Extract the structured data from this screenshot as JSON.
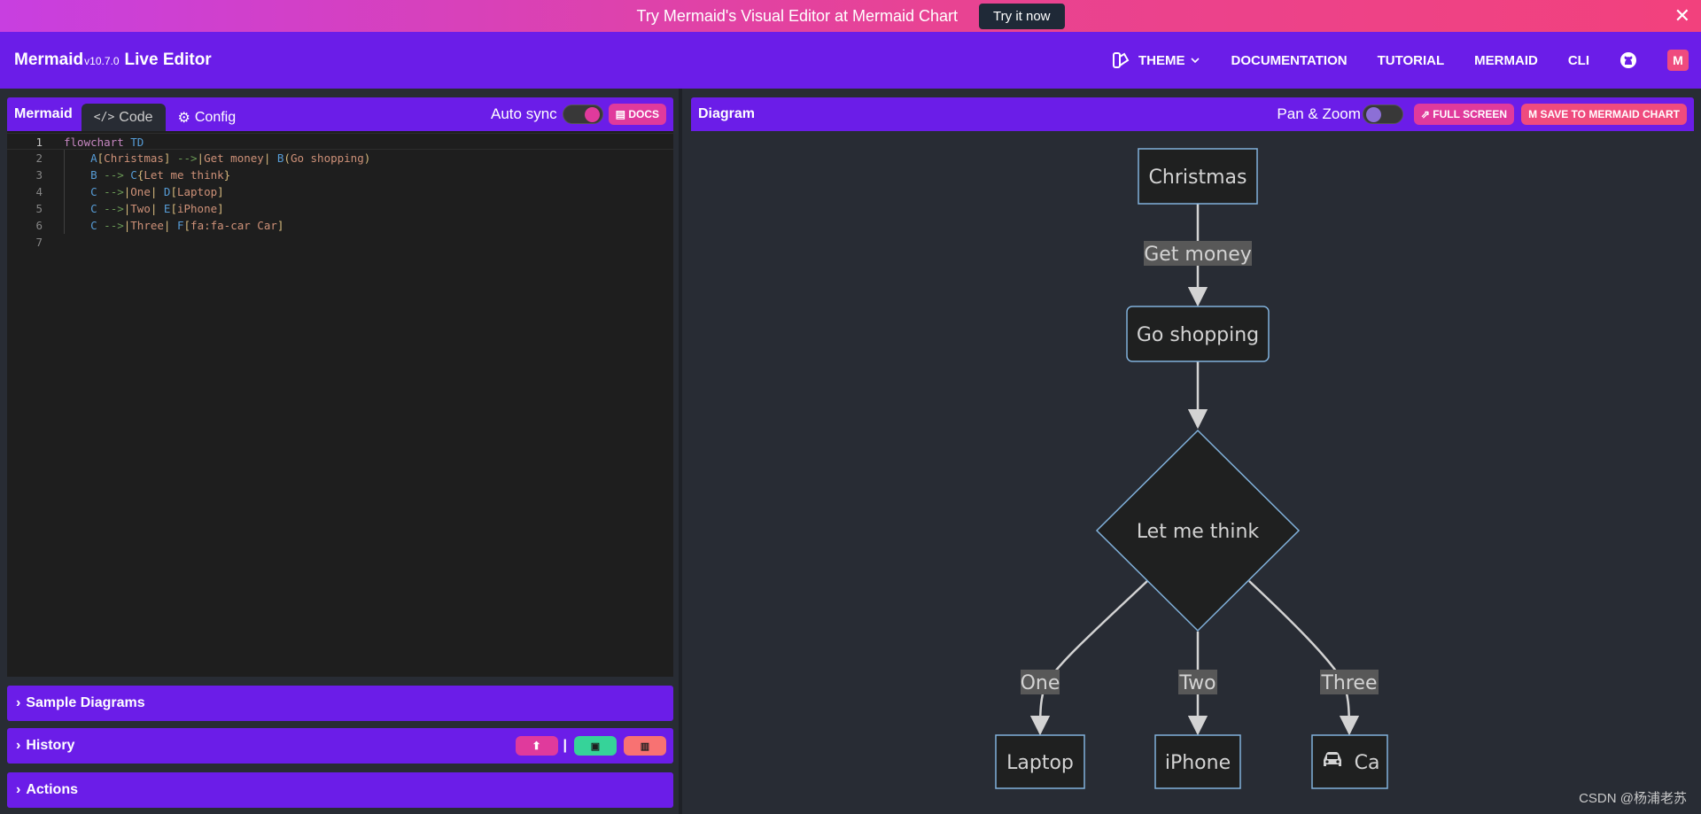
{
  "banner": {
    "text": "Try Mermaid's Visual Editor at Mermaid Chart",
    "button": "Try it now",
    "close": "✕"
  },
  "nav": {
    "brand": "Mermaid",
    "version": "v10.7.0",
    "suffix": "Live Editor",
    "theme": "THEME",
    "documentation": "DOCUMENTATION",
    "tutorial": "TUTORIAL",
    "mermaid": "MERMAID",
    "cli": "CLI"
  },
  "editor_panel": {
    "title": "Mermaid",
    "tab_code": "Code",
    "tab_config": "Config",
    "auto_sync": "Auto sync",
    "docs": "DOCS",
    "lines": [
      {
        "n": "1",
        "tokens": [
          [
            "kw",
            "flowchart"
          ],
          [
            "plain",
            " "
          ],
          [
            "id",
            "TD"
          ]
        ]
      },
      {
        "n": "2",
        "tokens": [
          [
            "plain",
            "    "
          ],
          [
            "id",
            "A"
          ],
          [
            "br",
            "["
          ],
          [
            "tx",
            "Christmas"
          ],
          [
            "br",
            "]"
          ],
          [
            "plain",
            " "
          ],
          [
            "ar",
            "-->"
          ],
          [
            "br",
            "|"
          ],
          [
            "tx",
            "Get money"
          ],
          [
            "br",
            "|"
          ],
          [
            "plain",
            " "
          ],
          [
            "id",
            "B"
          ],
          [
            "br",
            "("
          ],
          [
            "tx",
            "Go shopping"
          ],
          [
            "br",
            ")"
          ]
        ]
      },
      {
        "n": "3",
        "tokens": [
          [
            "plain",
            "    "
          ],
          [
            "id",
            "B"
          ],
          [
            "plain",
            " "
          ],
          [
            "ar",
            "-->"
          ],
          [
            "plain",
            " "
          ],
          [
            "id",
            "C"
          ],
          [
            "br",
            "{"
          ],
          [
            "tx",
            "Let me think"
          ],
          [
            "br",
            "}"
          ]
        ]
      },
      {
        "n": "4",
        "tokens": [
          [
            "plain",
            "    "
          ],
          [
            "id",
            "C"
          ],
          [
            "plain",
            " "
          ],
          [
            "ar",
            "-->"
          ],
          [
            "br",
            "|"
          ],
          [
            "tx",
            "One"
          ],
          [
            "br",
            "|"
          ],
          [
            "plain",
            " "
          ],
          [
            "id",
            "D"
          ],
          [
            "br",
            "["
          ],
          [
            "tx",
            "Laptop"
          ],
          [
            "br",
            "]"
          ]
        ]
      },
      {
        "n": "5",
        "tokens": [
          [
            "plain",
            "    "
          ],
          [
            "id",
            "C"
          ],
          [
            "plain",
            " "
          ],
          [
            "ar",
            "-->"
          ],
          [
            "br",
            "|"
          ],
          [
            "tx",
            "Two"
          ],
          [
            "br",
            "|"
          ],
          [
            "plain",
            " "
          ],
          [
            "id",
            "E"
          ],
          [
            "br",
            "["
          ],
          [
            "tx",
            "iPhone"
          ],
          [
            "br",
            "]"
          ]
        ]
      },
      {
        "n": "6",
        "tokens": [
          [
            "plain",
            "    "
          ],
          [
            "id",
            "C"
          ],
          [
            "plain",
            " "
          ],
          [
            "ar",
            "-->"
          ],
          [
            "br",
            "|"
          ],
          [
            "tx",
            "Three"
          ],
          [
            "br",
            "|"
          ],
          [
            "plain",
            " "
          ],
          [
            "id",
            "F"
          ],
          [
            "br",
            "["
          ],
          [
            "tx",
            "fa:fa-car Car"
          ],
          [
            "br",
            "]"
          ]
        ]
      },
      {
        "n": "7",
        "tokens": []
      }
    ]
  },
  "accordions": {
    "sample": "Sample Diagrams",
    "history": "History",
    "actions": "Actions"
  },
  "diagram_panel": {
    "title": "Diagram",
    "pan_zoom": "Pan & Zoom",
    "full_screen": "FULL SCREEN",
    "save": "SAVE TO MERMAID CHART"
  },
  "diagram": {
    "nodes": {
      "christmas": "Christmas",
      "shopping": "Go shopping",
      "think": "Let me think",
      "laptop": "Laptop",
      "iphone": "iPhone",
      "car": "Ca"
    },
    "edges": {
      "get_money": "Get money",
      "one": "One",
      "two": "Two",
      "three": "Three"
    }
  },
  "watermark": "CSDN @杨浦老苏",
  "colors": {
    "accent": "#6b1de8",
    "pink": "#e03a9c",
    "node_fill": "#1f2020",
    "node_stroke": "#81b1db",
    "edge_label_bg": "#585858"
  }
}
